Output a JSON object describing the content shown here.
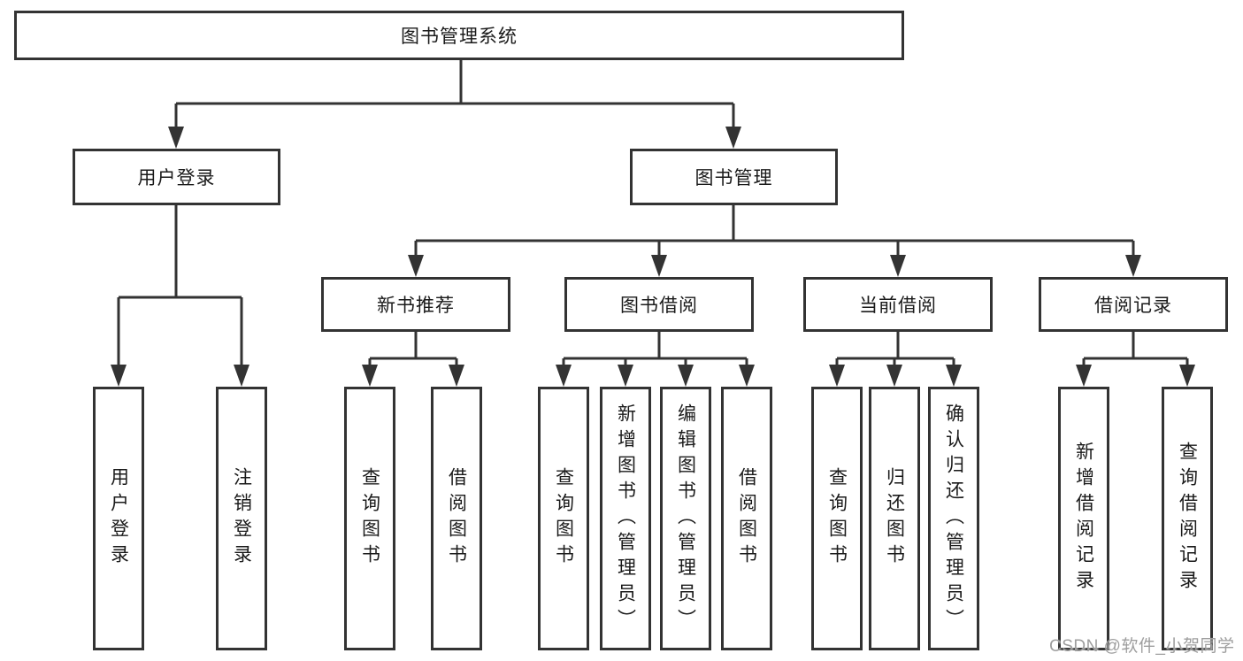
{
  "tree": {
    "root": {
      "label": "图书管理系统"
    },
    "user_login": {
      "label": "用户登录",
      "children": [
        {
          "label": "用户登录"
        },
        {
          "label": "注销登录"
        }
      ]
    },
    "book_management": {
      "label": "图书管理",
      "sections": [
        {
          "label": "新书推荐",
          "children": [
            {
              "label": "查询图书"
            },
            {
              "label": "借阅图书"
            }
          ]
        },
        {
          "label": "图书借阅",
          "children": [
            {
              "label": "查询图书"
            },
            {
              "label": "新增图书（管理员）"
            },
            {
              "label": "编辑图书（管理员）"
            },
            {
              "label": "借阅图书"
            }
          ]
        },
        {
          "label": "当前借阅",
          "children": [
            {
              "label": "查询图书"
            },
            {
              "label": "归还图书"
            },
            {
              "label": "确认归还（管理员）"
            }
          ]
        },
        {
          "label": "借阅记录",
          "children": [
            {
              "label": "新增借阅记录"
            },
            {
              "label": "查询借阅记录"
            }
          ]
        }
      ]
    }
  },
  "watermark": {
    "text": "CSDN @软件_小贺同学"
  },
  "colors": {
    "line": "#333333",
    "box_border": "#333333",
    "text": "#1a1a1a",
    "watermark": "#9e9e9e",
    "background": "#ffffff"
  }
}
